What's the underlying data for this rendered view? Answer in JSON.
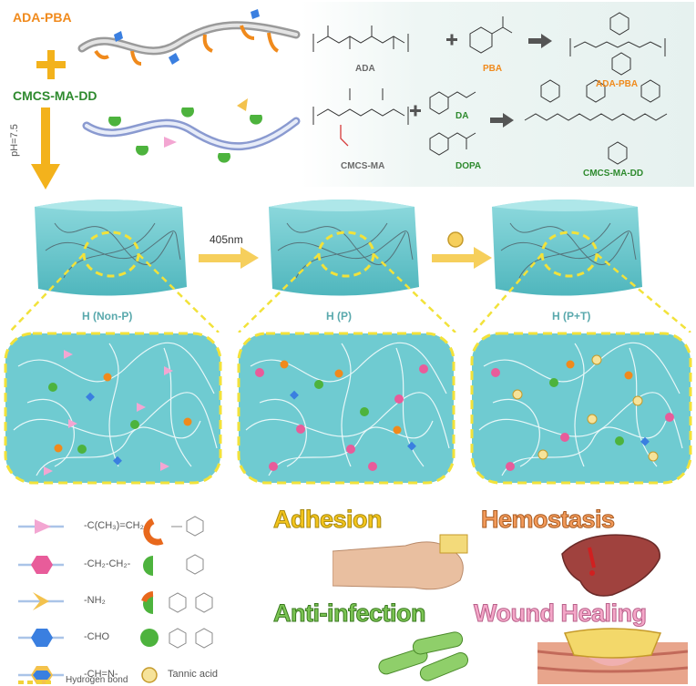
{
  "top": {
    "ada_pba_label": "ADA-PBA",
    "cmcs_label": "CMCS-MA-DD",
    "ph_label": "pH=7.5"
  },
  "chem": {
    "ada": "ADA",
    "pba": "PBA",
    "ada_pba": "ADA-PBA",
    "cmcs_ma": "CMCS-MA",
    "da": "DA",
    "dopa": "DOPA",
    "cmcs_ma_dd": "CMCS-MA-DD"
  },
  "steps": {
    "arrow1_label": "405nm"
  },
  "hydrogels": [
    {
      "label": "H (Non-P)"
    },
    {
      "label": "H (P)"
    },
    {
      "label": "H (P+T)"
    }
  ],
  "legend": [
    {
      "text": "-C(CH₃)=CH₂"
    },
    {
      "text": "-CH₂-CH₂-"
    },
    {
      "text": "-NH₂"
    },
    {
      "text": "-CHO"
    },
    {
      "text": "-CH=N-"
    },
    {
      "text": "Tannic acid"
    },
    {
      "text": "Hydrogen bond"
    }
  ],
  "properties": {
    "adhesion": "Adhesion",
    "hemostasis": "Hemostasis",
    "anti_infection": "Anti-infection",
    "wound_healing": "Wound Healing"
  },
  "colors": {
    "orange": "#f08a1c",
    "green": "#2e8a2e",
    "gel": "#6fcbd1",
    "yellow_dash": "#f2e23a",
    "pink": "#e85c9a",
    "blue": "#3a7fe0"
  }
}
